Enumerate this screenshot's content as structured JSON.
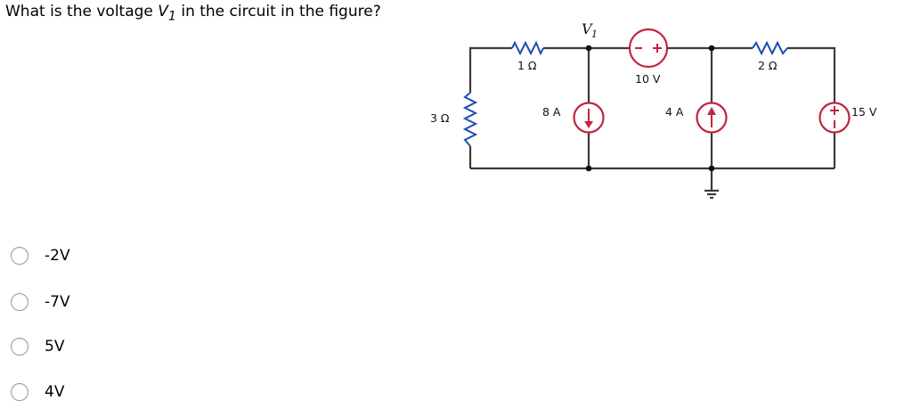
{
  "question": {
    "prefix": "What is the voltage ",
    "var": "V",
    "sub": "1",
    "suffix": " in the circuit in the figure?"
  },
  "circuit": {
    "node_label": "V",
    "node_sub": "1",
    "r1": "1 Ω",
    "r2": "2 Ω",
    "r3": "3 Ω",
    "vsrc_top": "10 V",
    "isrc_8": "8 A",
    "isrc_4": "4 A",
    "vsrc_right": "15 V",
    "wire_color": "#3a3a3a",
    "resistor_color": "#1a4fb0",
    "source_color": "#c0253e"
  },
  "options": [
    {
      "label": "-2V"
    },
    {
      "label": "-7V"
    },
    {
      "label": "5V"
    },
    {
      "label": "4V"
    }
  ]
}
